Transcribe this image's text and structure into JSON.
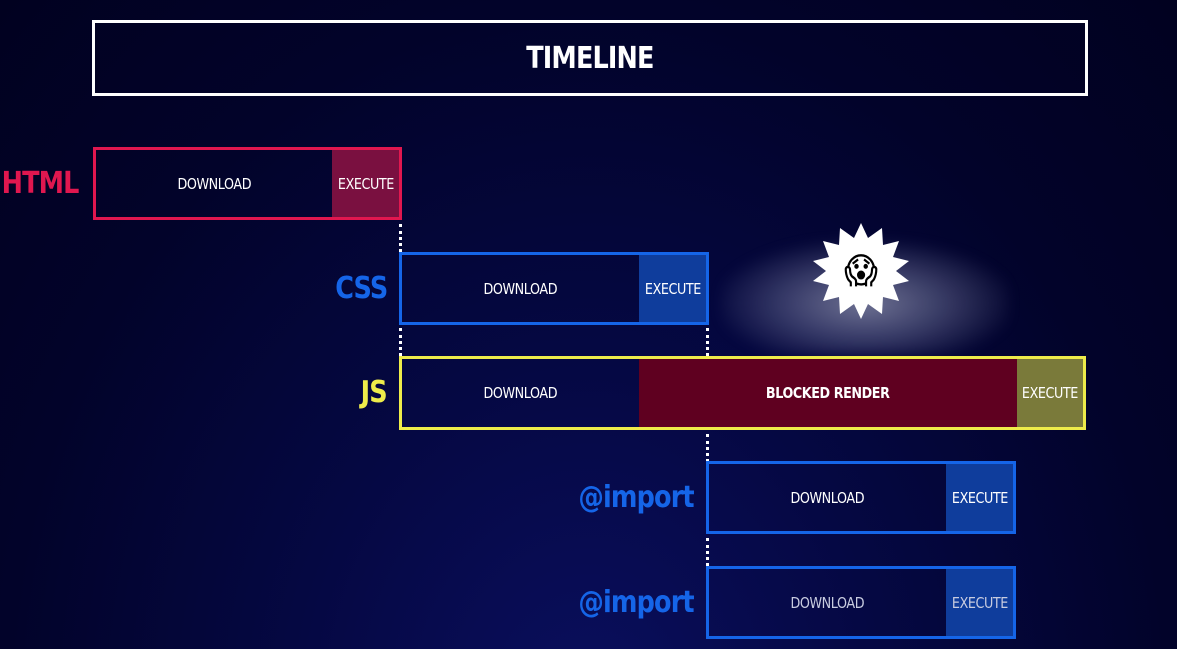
{
  "title": "TIMELINE",
  "rows": {
    "html": {
      "label": "HTML",
      "download": "DOWNLOAD",
      "execute": "EXECUTE"
    },
    "css": {
      "label": "CSS",
      "download": "DOWNLOAD",
      "execute": "EXECUTE"
    },
    "js": {
      "label": "JS",
      "download": "DOWNLOAD",
      "blocked": "BLOCKED RENDER",
      "execute": "EXECUTE"
    },
    "import1": {
      "label": "@import",
      "download": "DOWNLOAD",
      "execute": "EXECUTE"
    },
    "import2": {
      "label": "@import",
      "download": "DOWNLOAD",
      "execute": "EXECUTE"
    }
  },
  "colors": {
    "html": "#e0174f",
    "css": "#1565e8",
    "js": "#eeec4a",
    "import": "#1565e8",
    "html_execute": "#7a1040",
    "css_execute": "#0f3d9c",
    "js_blocked": "#5f0020",
    "js_execute": "#7a7a3a"
  },
  "reaction_emoji": "😱"
}
